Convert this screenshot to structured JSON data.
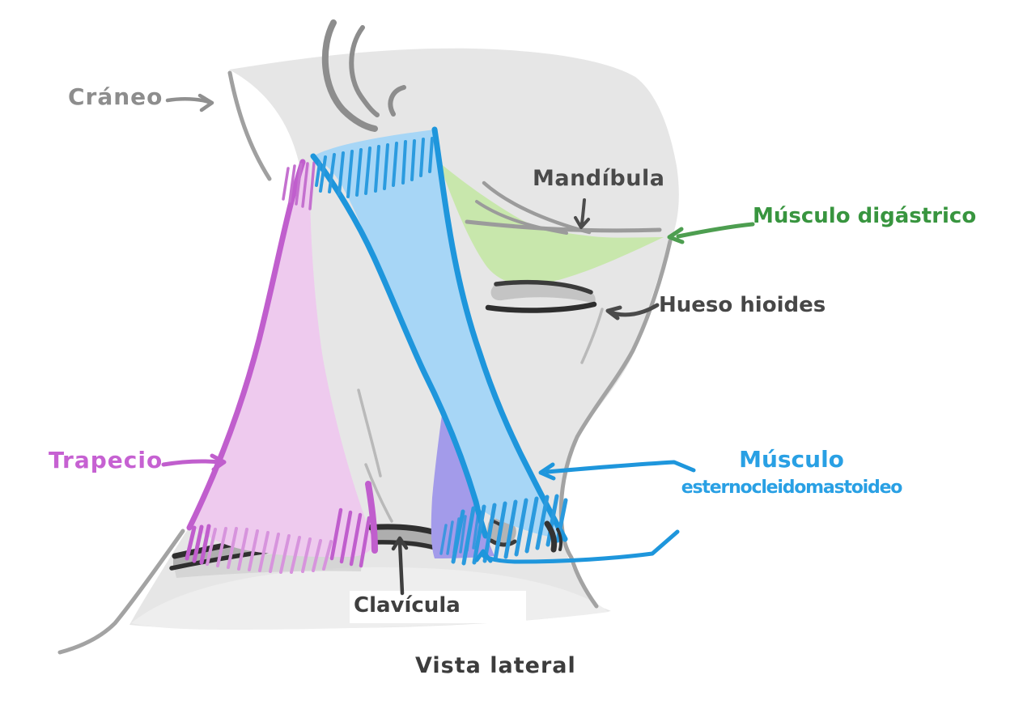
{
  "diagram": {
    "caption": "Vista lateral",
    "labels": {
      "craneo": {
        "text": "Cráneo",
        "color": "#8d8d8d"
      },
      "mandibula": {
        "text": "Mandíbula",
        "color": "#4a4a4a"
      },
      "musculo_digastrico": {
        "text": "Músculo digástrico",
        "color": "#38953f"
      },
      "hueso_hioides": {
        "text": "Hueso hioides",
        "color": "#474747"
      },
      "trapecio": {
        "text": "Trapecio",
        "color": "#c661d2"
      },
      "esternocleidomastoideo": {
        "line1": "Músculo",
        "line2": "esternocleidomastoideo",
        "color": "#29a0e4"
      },
      "clavicula": {
        "text": "Clavícula",
        "color": "#3f3f3f"
      }
    },
    "palette": {
      "body_fill": "#e6e6e6",
      "chest_fill": "#eeeeee",
      "outline_gray": "#a3a3a3",
      "crease_gray": "#b9b9b9",
      "trapezius_fill": "#eecaee",
      "trapezius_stroke": "#c05ecd",
      "scm_fill": "#a7d6f6",
      "scm_stroke": "#1e96dc",
      "digastric_fill": "#c8e7ac",
      "digastric_arrow": "#4d9e50",
      "purple_muscle_fill": "#a39bea",
      "bone_fill": "#aeaeae",
      "bone_stroke": "#303030",
      "hyoid_fill": "#c4c4c4"
    }
  }
}
